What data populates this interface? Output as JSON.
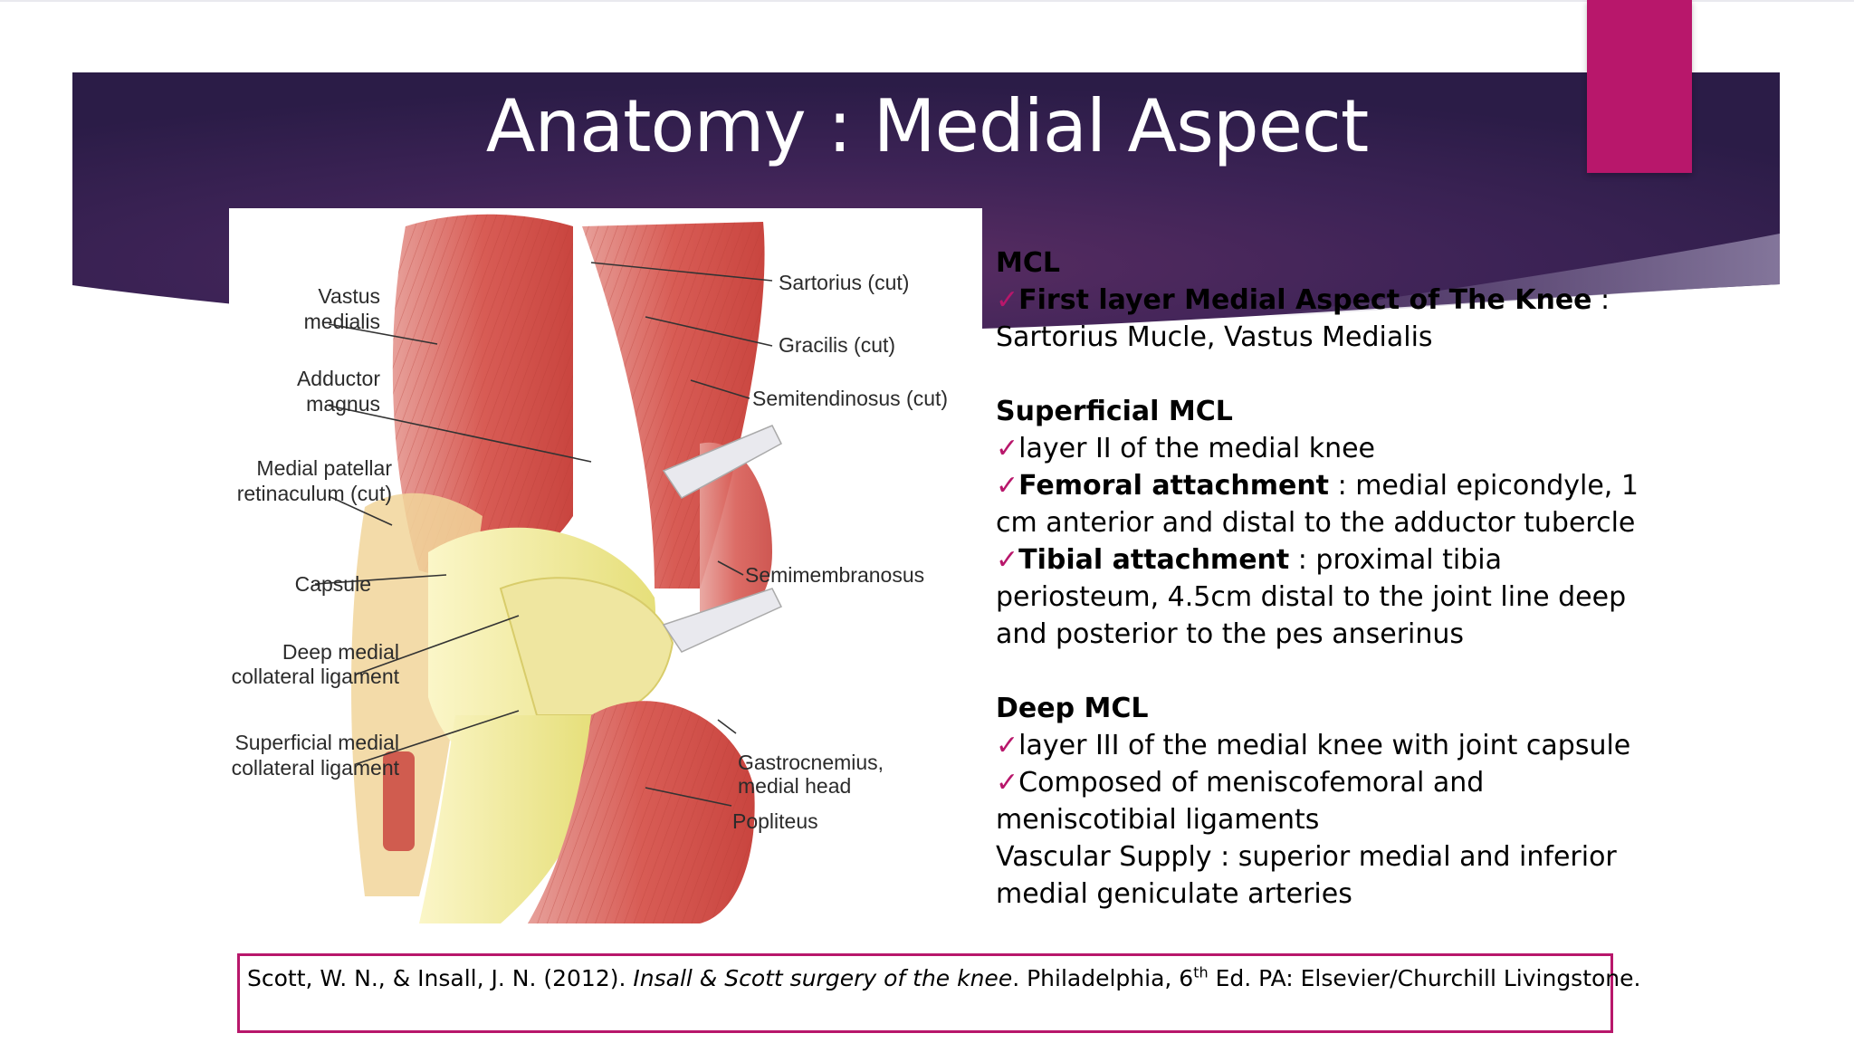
{
  "slide": {
    "title": "Anatomy : Medial Aspect",
    "colors": {
      "banner_dark": "#2e1c4b",
      "banner_mid": "#5a2d63",
      "accent": "#b8176b",
      "check": "#b8176b"
    }
  },
  "figure": {
    "labels_left": [
      "Vastus",
      "medialis",
      "Adductor",
      "magnus",
      "Medial patellar",
      "retinaculum (cut)",
      "Capsule",
      "Deep medial",
      "collateral ligament",
      "Superficial medial",
      "collateral ligament"
    ],
    "labels_right": [
      "Sartorius (cut)",
      "Gracilis (cut)",
      "Semitendinosus (cut)",
      "Semimembranosus",
      "Gastrocnemius,",
      "medial head",
      "Popliteus"
    ]
  },
  "content": {
    "mcl_heading": "MCL",
    "mcl_item1_bold": "First layer Medial Aspect of The Knee",
    "mcl_item1_rest": " :",
    "mcl_item1_line2": "Sartorius Mucle, Vastus Medialis",
    "superficial_heading": "Superficial MCL",
    "sup_item1": "layer II of the medial knee",
    "sup_item2_bold": "Femoral attachment",
    "sup_item2_rest": " :  medial epicondyle,   1",
    "sup_item2_line2": "cm anterior and distal to the adductor tubercle",
    "sup_item3_bold": "Tibial attachment",
    "sup_item3_rest": " :  proximal tibia",
    "sup_item3_line2": "periosteum, 4.5cm distal to the joint line deep",
    "sup_item3_line3": "and posterior to the pes anserinus",
    "deep_heading": "Deep MCL",
    "deep_item1": "layer III of the medial knee  with joint capsule",
    "deep_item2": "Composed of meniscofemoral and",
    "deep_item2_line2": "meniscotibial ligaments",
    "vascular_line1": "Vascular Supply : superior medial and inferior",
    "vascular_line2": "medial geniculate arteries",
    "check_glyph": "✓"
  },
  "citation": {
    "authors": "Scott, W. N., & Insall, J. N. (2012). ",
    "book": "Insall & Scott surgery of the knee",
    "place": ". Philadelphia, 6",
    "sup": "th",
    "rest": " Ed. PA: Elsevier/Churchill Livingstone."
  }
}
